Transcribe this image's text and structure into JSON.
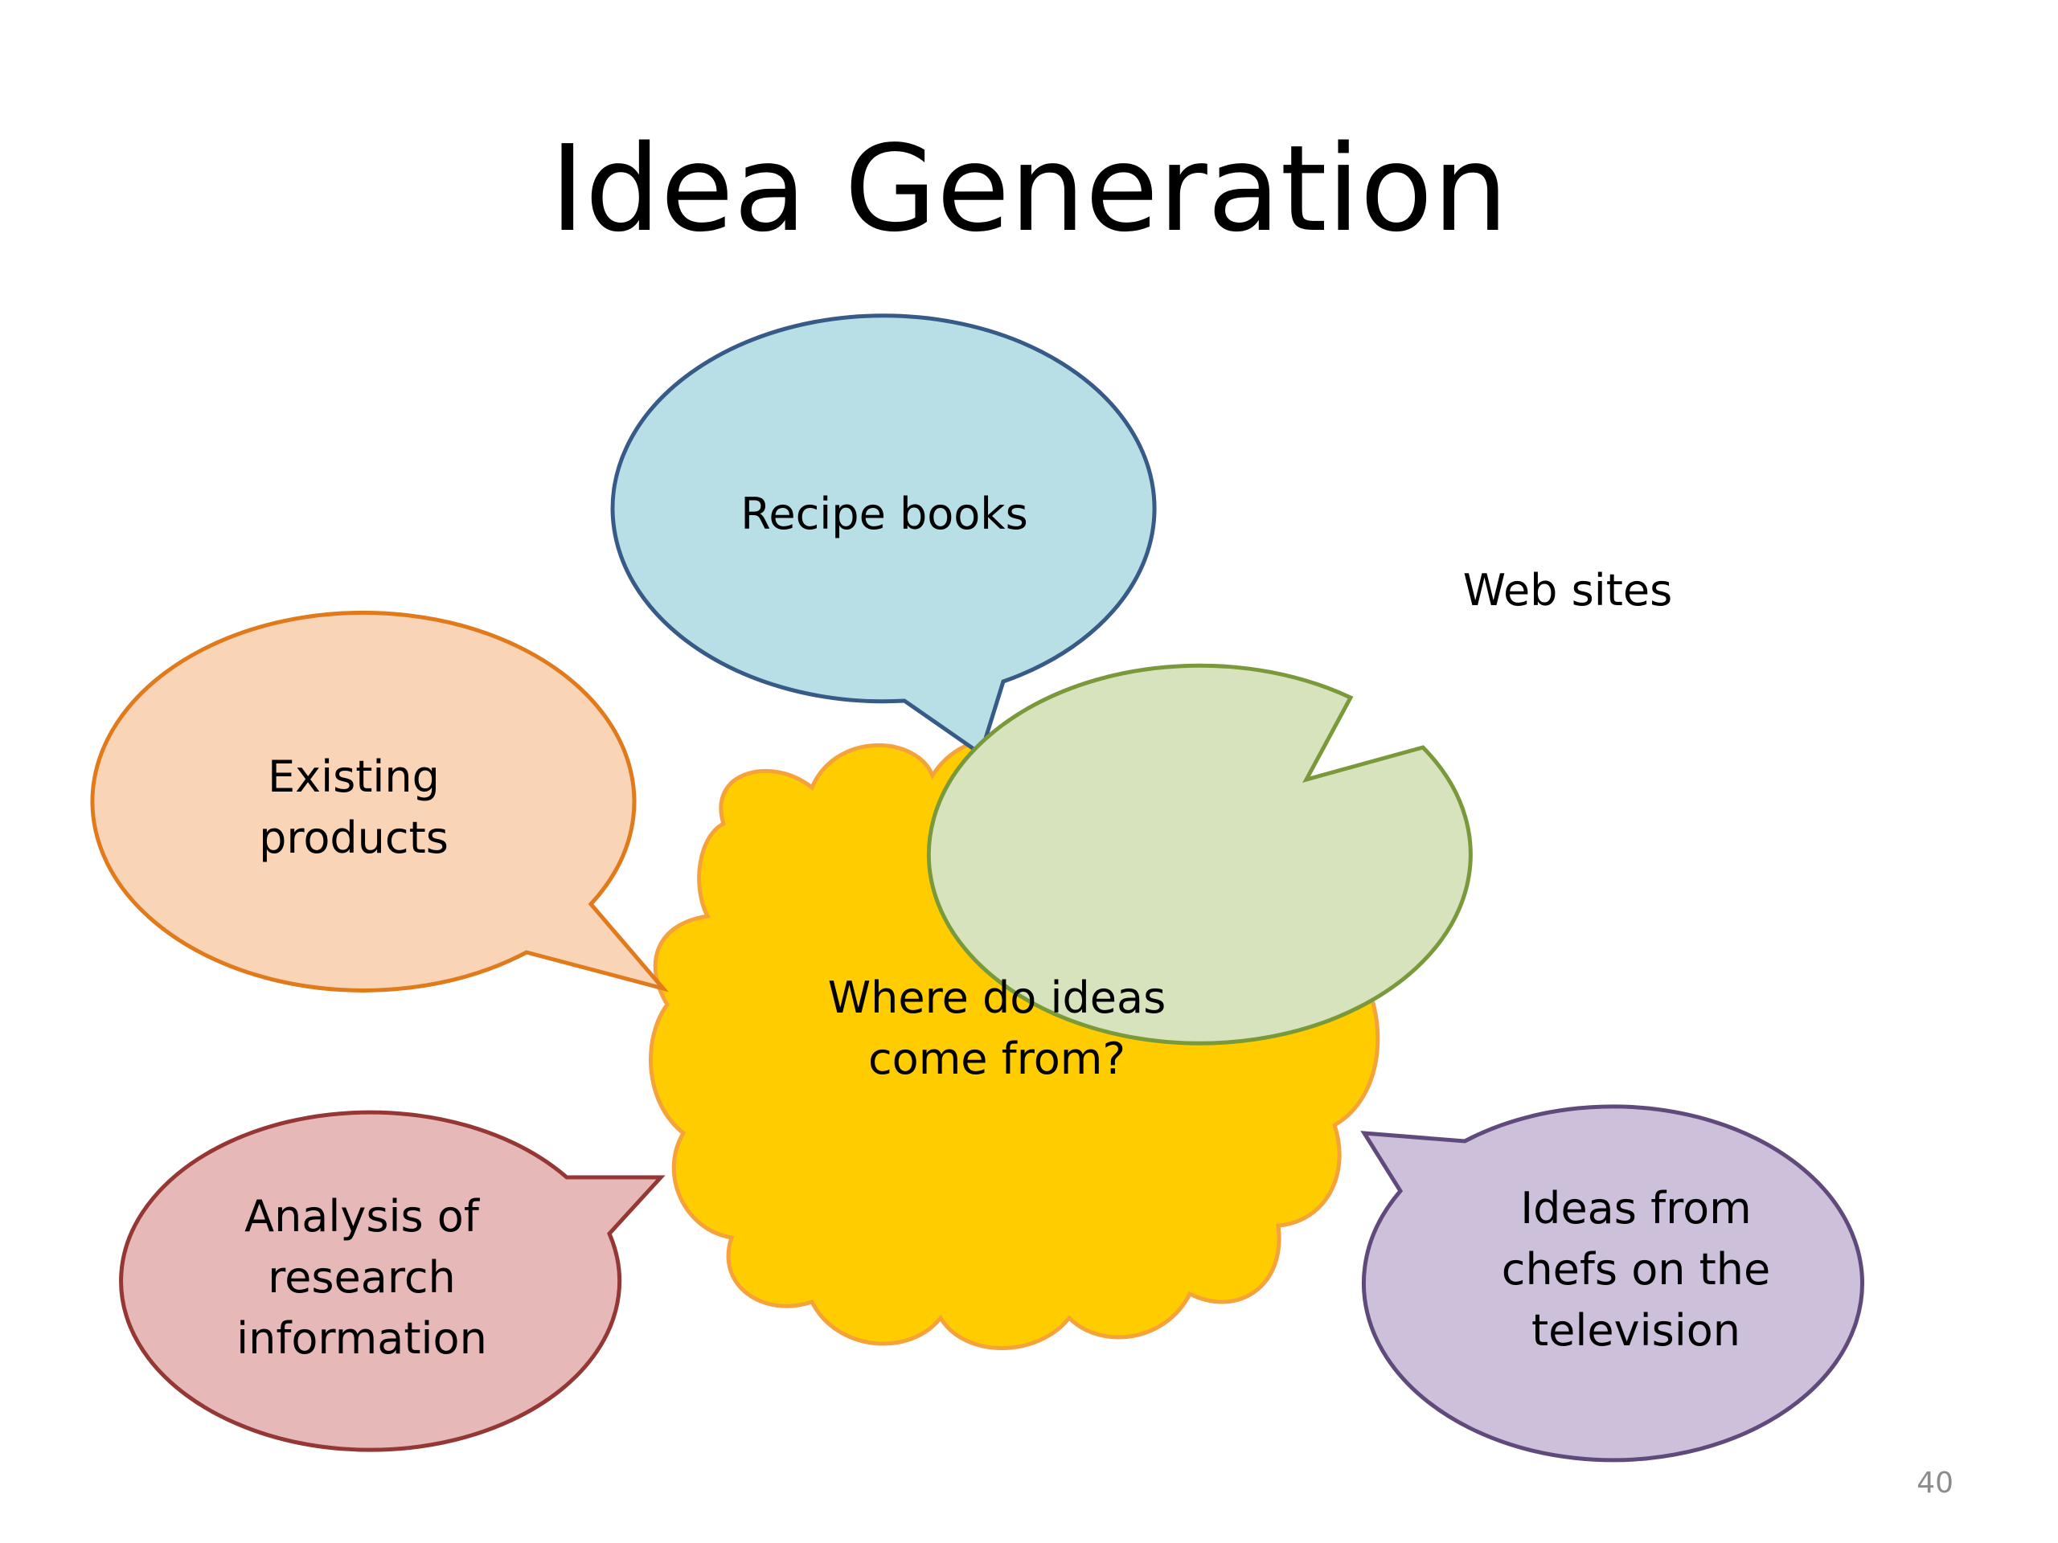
{
  "slide": {
    "title": "Idea Generation",
    "page_number": "40"
  },
  "center": {
    "text": "Where do ideas\ncome from?",
    "fill": "#ffcc00",
    "stroke": "#f5a23a"
  },
  "bubbles": [
    {
      "id": "recipe-books",
      "text": "Recipe books",
      "fill": "#b8dfe6",
      "stroke": "#375a86"
    },
    {
      "id": "web-sites",
      "text": "Web sites",
      "fill": "#d7e3bd",
      "stroke": "#7a993a"
    },
    {
      "id": "existing-products",
      "text": "Existing\nproducts",
      "fill": "#f9d4b6",
      "stroke": "#e07a1a"
    },
    {
      "id": "analysis-research",
      "text": "Analysis of\nresearch\ninformation",
      "fill": "#e6b9b8",
      "stroke": "#953735"
    },
    {
      "id": "chefs-television",
      "text": "Ideas from\nchefs on the\ntelevision",
      "fill": "#ccc0da",
      "stroke": "#604a7b"
    }
  ]
}
